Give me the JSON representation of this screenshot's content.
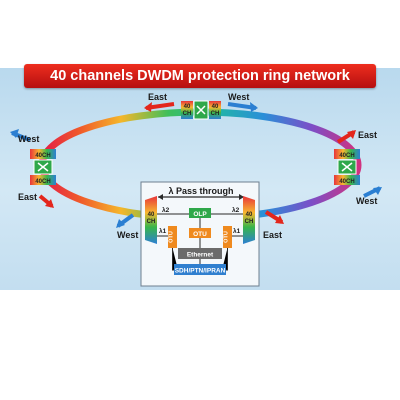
{
  "title": "40 channels DWDM protection ring network",
  "labels": {
    "east": "East",
    "west": "West",
    "ch40_line1": "40",
    "ch40_line2": "CH",
    "ch40_compact": "40CH",
    "lambda_pass": "λ Pass through",
    "lambda1": "λ1",
    "lambda2": "λ2",
    "olp": "OLP",
    "otu": "OTU",
    "ethernet": "Ethernet",
    "sdh": "SDH/PTN/IPRAN"
  },
  "colors": {
    "banner": "#d9231a",
    "east_arrow": "#e3261c",
    "west_arrow": "#2b7fd2",
    "olp": "#2fa84a",
    "otu": "#ef8a1f",
    "ethernet": "#6b6b6b",
    "sdh": "#2f7fcf"
  }
}
